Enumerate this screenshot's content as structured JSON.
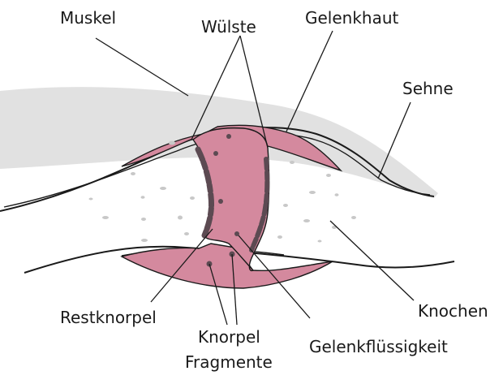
{
  "labels": {
    "muskel": "Muskel",
    "wulste": "Wülste",
    "gelenkhaut": "Gelenkhaut",
    "sehne": "Sehne",
    "restknorpel": "Restknorpel",
    "knorpel_line1": "Knorpel",
    "knorpel_line2": "Fragmente",
    "gelenkfluessigkeit": "Gelenkflüssigkeit",
    "knochen": "Knochen"
  },
  "colors": {
    "cartilage": "#d4899e",
    "cartilage_edge": "#5c4a52",
    "muscle_shade": "#dcdcdc",
    "bone_speck": "#c8c8c8",
    "outline": "#1a1a1a"
  }
}
